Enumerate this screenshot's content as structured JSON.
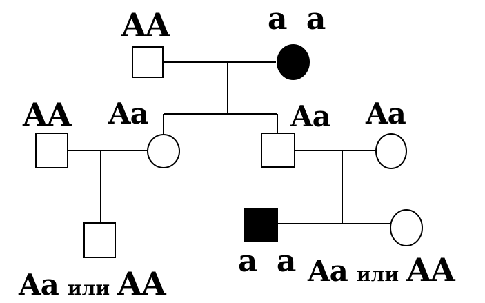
{
  "labels": {
    "grandfather": "AA",
    "grandmother": "a a",
    "husband_left": "AA",
    "daughter": "Aa",
    "son": "Aa",
    "son_wife": "Aa",
    "child_left_option1": "Aa",
    "child_left_or": "или",
    "child_left_option2": "AA",
    "child_affected": "a a",
    "child_right_option1": "Aa",
    "child_right_or": "или",
    "child_right_option2": "AA"
  },
  "colors": {
    "affected_fill": "#000000",
    "unaffected_fill": "#ffffff",
    "line": "#000000"
  }
}
